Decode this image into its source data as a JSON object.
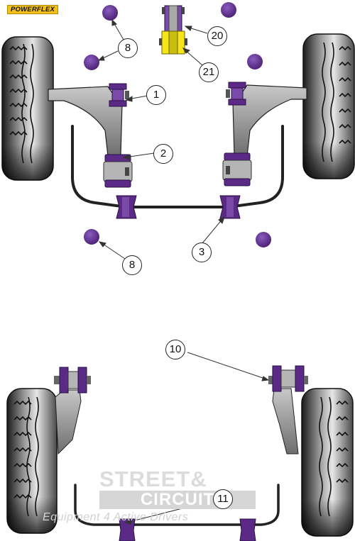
{
  "brand": {
    "logo_text": "POWERFLEX"
  },
  "colors": {
    "bush_purple": "#5b2a86",
    "bush_purple_light": "#7a4aa8",
    "bush_yellow": "#f5e61a",
    "arm_grey": "#9a9a9a",
    "tyre_dark": "#222222",
    "tyre_light": "#d8d8d8"
  },
  "callouts": {
    "c1": "1",
    "c2": "2",
    "c3": "3",
    "c8a": "8",
    "c8b": "8",
    "c10": "10",
    "c11": "11",
    "c20": "20",
    "c21": "21"
  },
  "watermark": {
    "title": "STREET&",
    "subtitle": "CIRCUIT",
    "tagline": "Equipment 4 Active Drivers"
  }
}
